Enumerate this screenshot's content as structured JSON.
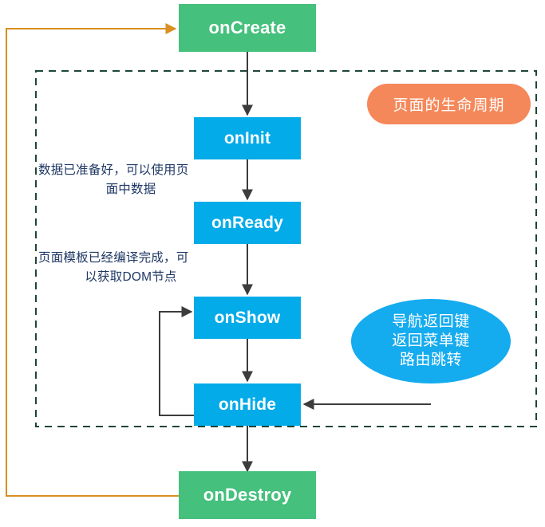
{
  "diagram": {
    "title_badge": "页面的生命周期",
    "nodes": [
      {
        "id": "onCreate",
        "label": "onCreate",
        "type": "lifecycle-root",
        "color": "#45c07d"
      },
      {
        "id": "onInit",
        "label": "onInit",
        "type": "lifecycle-stage",
        "color": "#03abe8"
      },
      {
        "id": "onReady",
        "label": "onReady",
        "type": "lifecycle-stage",
        "color": "#03abe8"
      },
      {
        "id": "onShow",
        "label": "onShow",
        "type": "lifecycle-stage",
        "color": "#03abe8"
      },
      {
        "id": "onHide",
        "label": "onHide",
        "type": "lifecycle-stage",
        "color": "#03abe8"
      },
      {
        "id": "onDestroy",
        "label": "onDestroy",
        "type": "lifecycle-root",
        "color": "#45c07d"
      }
    ],
    "annotations": [
      {
        "id": "note-oninit",
        "line1": "数据已准备好，可以使用页",
        "line2": "面中数据"
      },
      {
        "id": "note-onready",
        "line1": "页面模板已经编译完成，可",
        "line2": "以获取DOM节点"
      }
    ],
    "trigger_note": {
      "id": "trigger-ellipse",
      "line1": "导航返回键",
      "line2": "返回菜单键",
      "line3": "路由跳转",
      "color": "#15abef"
    },
    "colors": {
      "green": "#45c07d",
      "blue": "#03abe8",
      "orange_pill": "#f5885a",
      "ellipse_blue": "#15abef",
      "arrow_dark": "#3c3c3c",
      "arrow_orange": "#d89020",
      "dashed_border": "#1e4636",
      "annotation_text": "#1f3864"
    }
  }
}
